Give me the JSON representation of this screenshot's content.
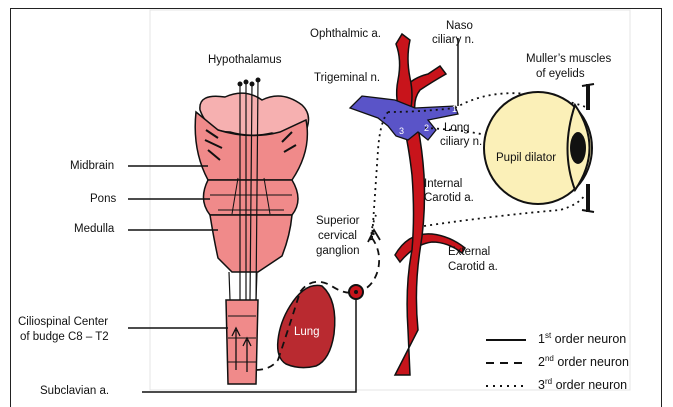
{
  "labels": {
    "hypothalamus": "Hypothalamus",
    "midbrain": "Midbrain",
    "pons": "Pons",
    "medulla": "Medulla",
    "ciliospinal_line1": "Ciliospinal Center",
    "ciliospinal_line2": "of budge C8 – T2",
    "subclavian": "Subclavian a.",
    "lung": "Lung",
    "ophthalmic": "Ophthalmic a.",
    "nasociliary_line1": "Naso",
    "nasociliary_line2": "ciliary n.",
    "trigeminal": "Trigeminal n.",
    "long_ciliary_line1": "Long",
    "long_ciliary_line2": "ciliary n.",
    "muller_line1": "Muller’s muscles",
    "muller_line2": "of eyelids",
    "pupil_dilator": "Pupil dilator",
    "internal_carotid_line1": "Internal",
    "internal_carotid_line2": "Carotid a.",
    "superior_cervical_line1": "Superior",
    "superior_cervical_line2": "cervical",
    "superior_cervical_line3": "ganglion",
    "external_carotid_line1": "External",
    "external_carotid_line2": "Carotid a.",
    "trigeminal_branch_1": "1",
    "trigeminal_branch_2": "2",
    "trigeminal_branch_3": "3"
  },
  "legend": [
    {
      "num": "1",
      "sup": "st",
      "text": "order neuron",
      "line_style": "solid"
    },
    {
      "num": "2",
      "sup": "nd",
      "text": "order neuron",
      "line_style": "dashed"
    },
    {
      "num": "3",
      "sup": "rd",
      "text": "order neuron",
      "line_style": "dotted"
    }
  ],
  "colors": {
    "brainstem": "#f08a8a",
    "brainstem_light": "#f6b0b0",
    "artery": "#c8141b",
    "trigeminal_nerve": "#5a54c8",
    "lung": "#b92a30",
    "eye": "#fbf0b8",
    "outline": "#111111"
  }
}
